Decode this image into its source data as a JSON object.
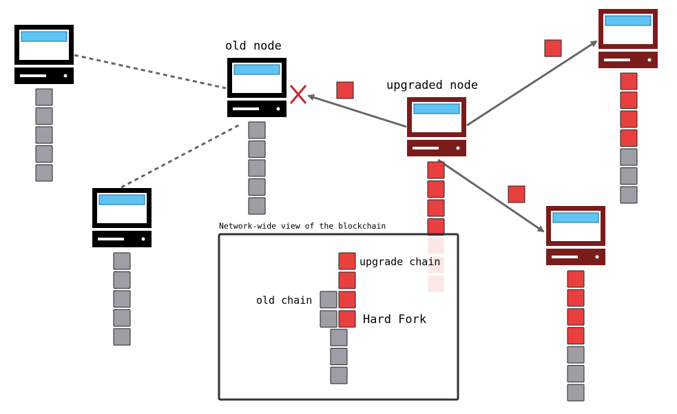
{
  "labels": {
    "old_node": "old node",
    "upgraded_node": "upgraded node",
    "network_view": "Network-wide view of the blockchain",
    "upgrade_chain": "upgrade chain",
    "old_chain": "old chain",
    "hard_fork": "Hard Fork"
  },
  "colors": {
    "old_block": "#9e9ea6",
    "new_block": "#e8403f",
    "old_node": "#000000",
    "upgraded_node": "#7b1c1c",
    "screen": "#5ec4f4",
    "arrow": "#666666",
    "reject_mark": "#c0282d"
  },
  "nodes": [
    {
      "id": "old-node-top-left",
      "kind": "old",
      "old_blocks": 5,
      "new_blocks": 0
    },
    {
      "id": "old-node-center",
      "kind": "old",
      "old_blocks": 5,
      "new_blocks": 0
    },
    {
      "id": "old-node-lower-left",
      "kind": "old",
      "old_blocks": 5,
      "new_blocks": 0
    },
    {
      "id": "upgraded-node-center",
      "kind": "upgraded",
      "old_blocks": 0,
      "new_blocks": 4,
      "faded_blocks": 3
    },
    {
      "id": "upgraded-node-top-right",
      "kind": "upgraded",
      "old_blocks": 3,
      "new_blocks": 4
    },
    {
      "id": "upgraded-node-lower-right",
      "kind": "upgraded",
      "old_blocks": 3,
      "new_blocks": 4
    }
  ],
  "inset_chain": {
    "shared_old_blocks": 3,
    "old_branch_blocks": 2,
    "upgrade_branch_blocks": 4
  }
}
